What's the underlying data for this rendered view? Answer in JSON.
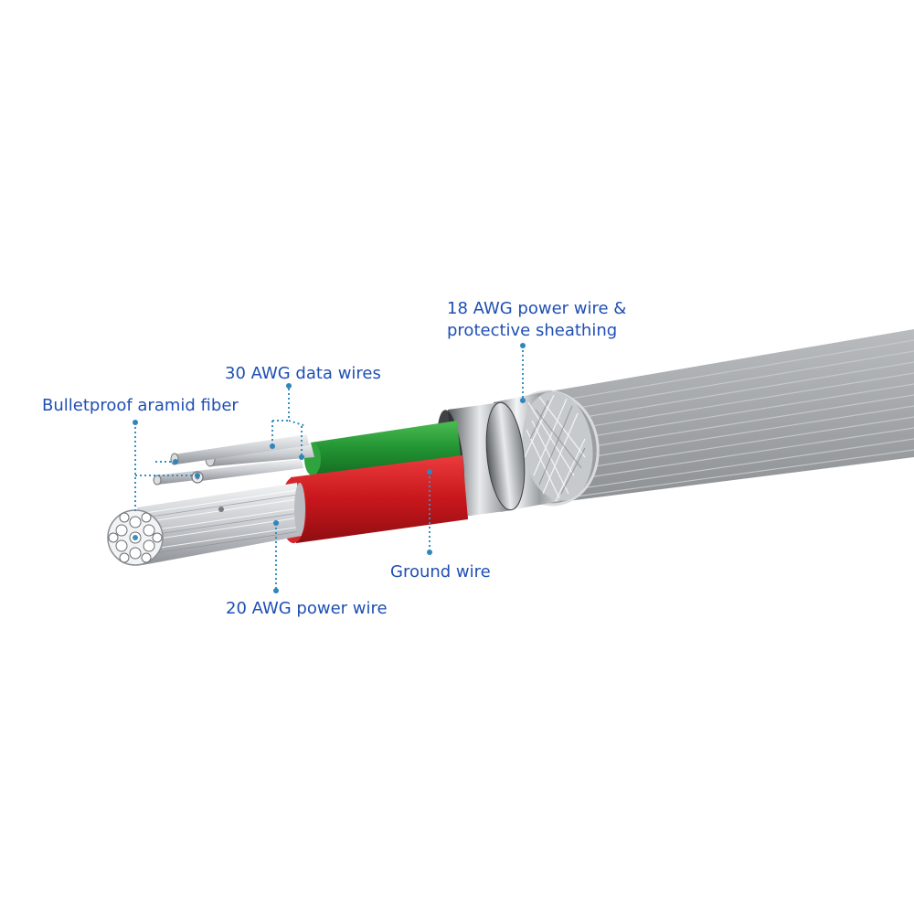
{
  "colors": {
    "label_text": "#1f4fb4",
    "leader": "#3a8fc0",
    "jacket": "#a4a7aa",
    "ground_insulation": "#c8171c",
    "data_insulation": "#229433",
    "conductor": "#c9ccd0",
    "background": "#ffffff"
  },
  "labels": {
    "power_sheathing": {
      "line1": "18 AWG power wire &",
      "line2": "protective sheathing"
    },
    "data_wires": "30 AWG data wires",
    "aramid_fiber": "Bulletproof aramid fiber",
    "ground_wire": "Ground wire",
    "power_wire_20": "20 AWG power wire"
  }
}
